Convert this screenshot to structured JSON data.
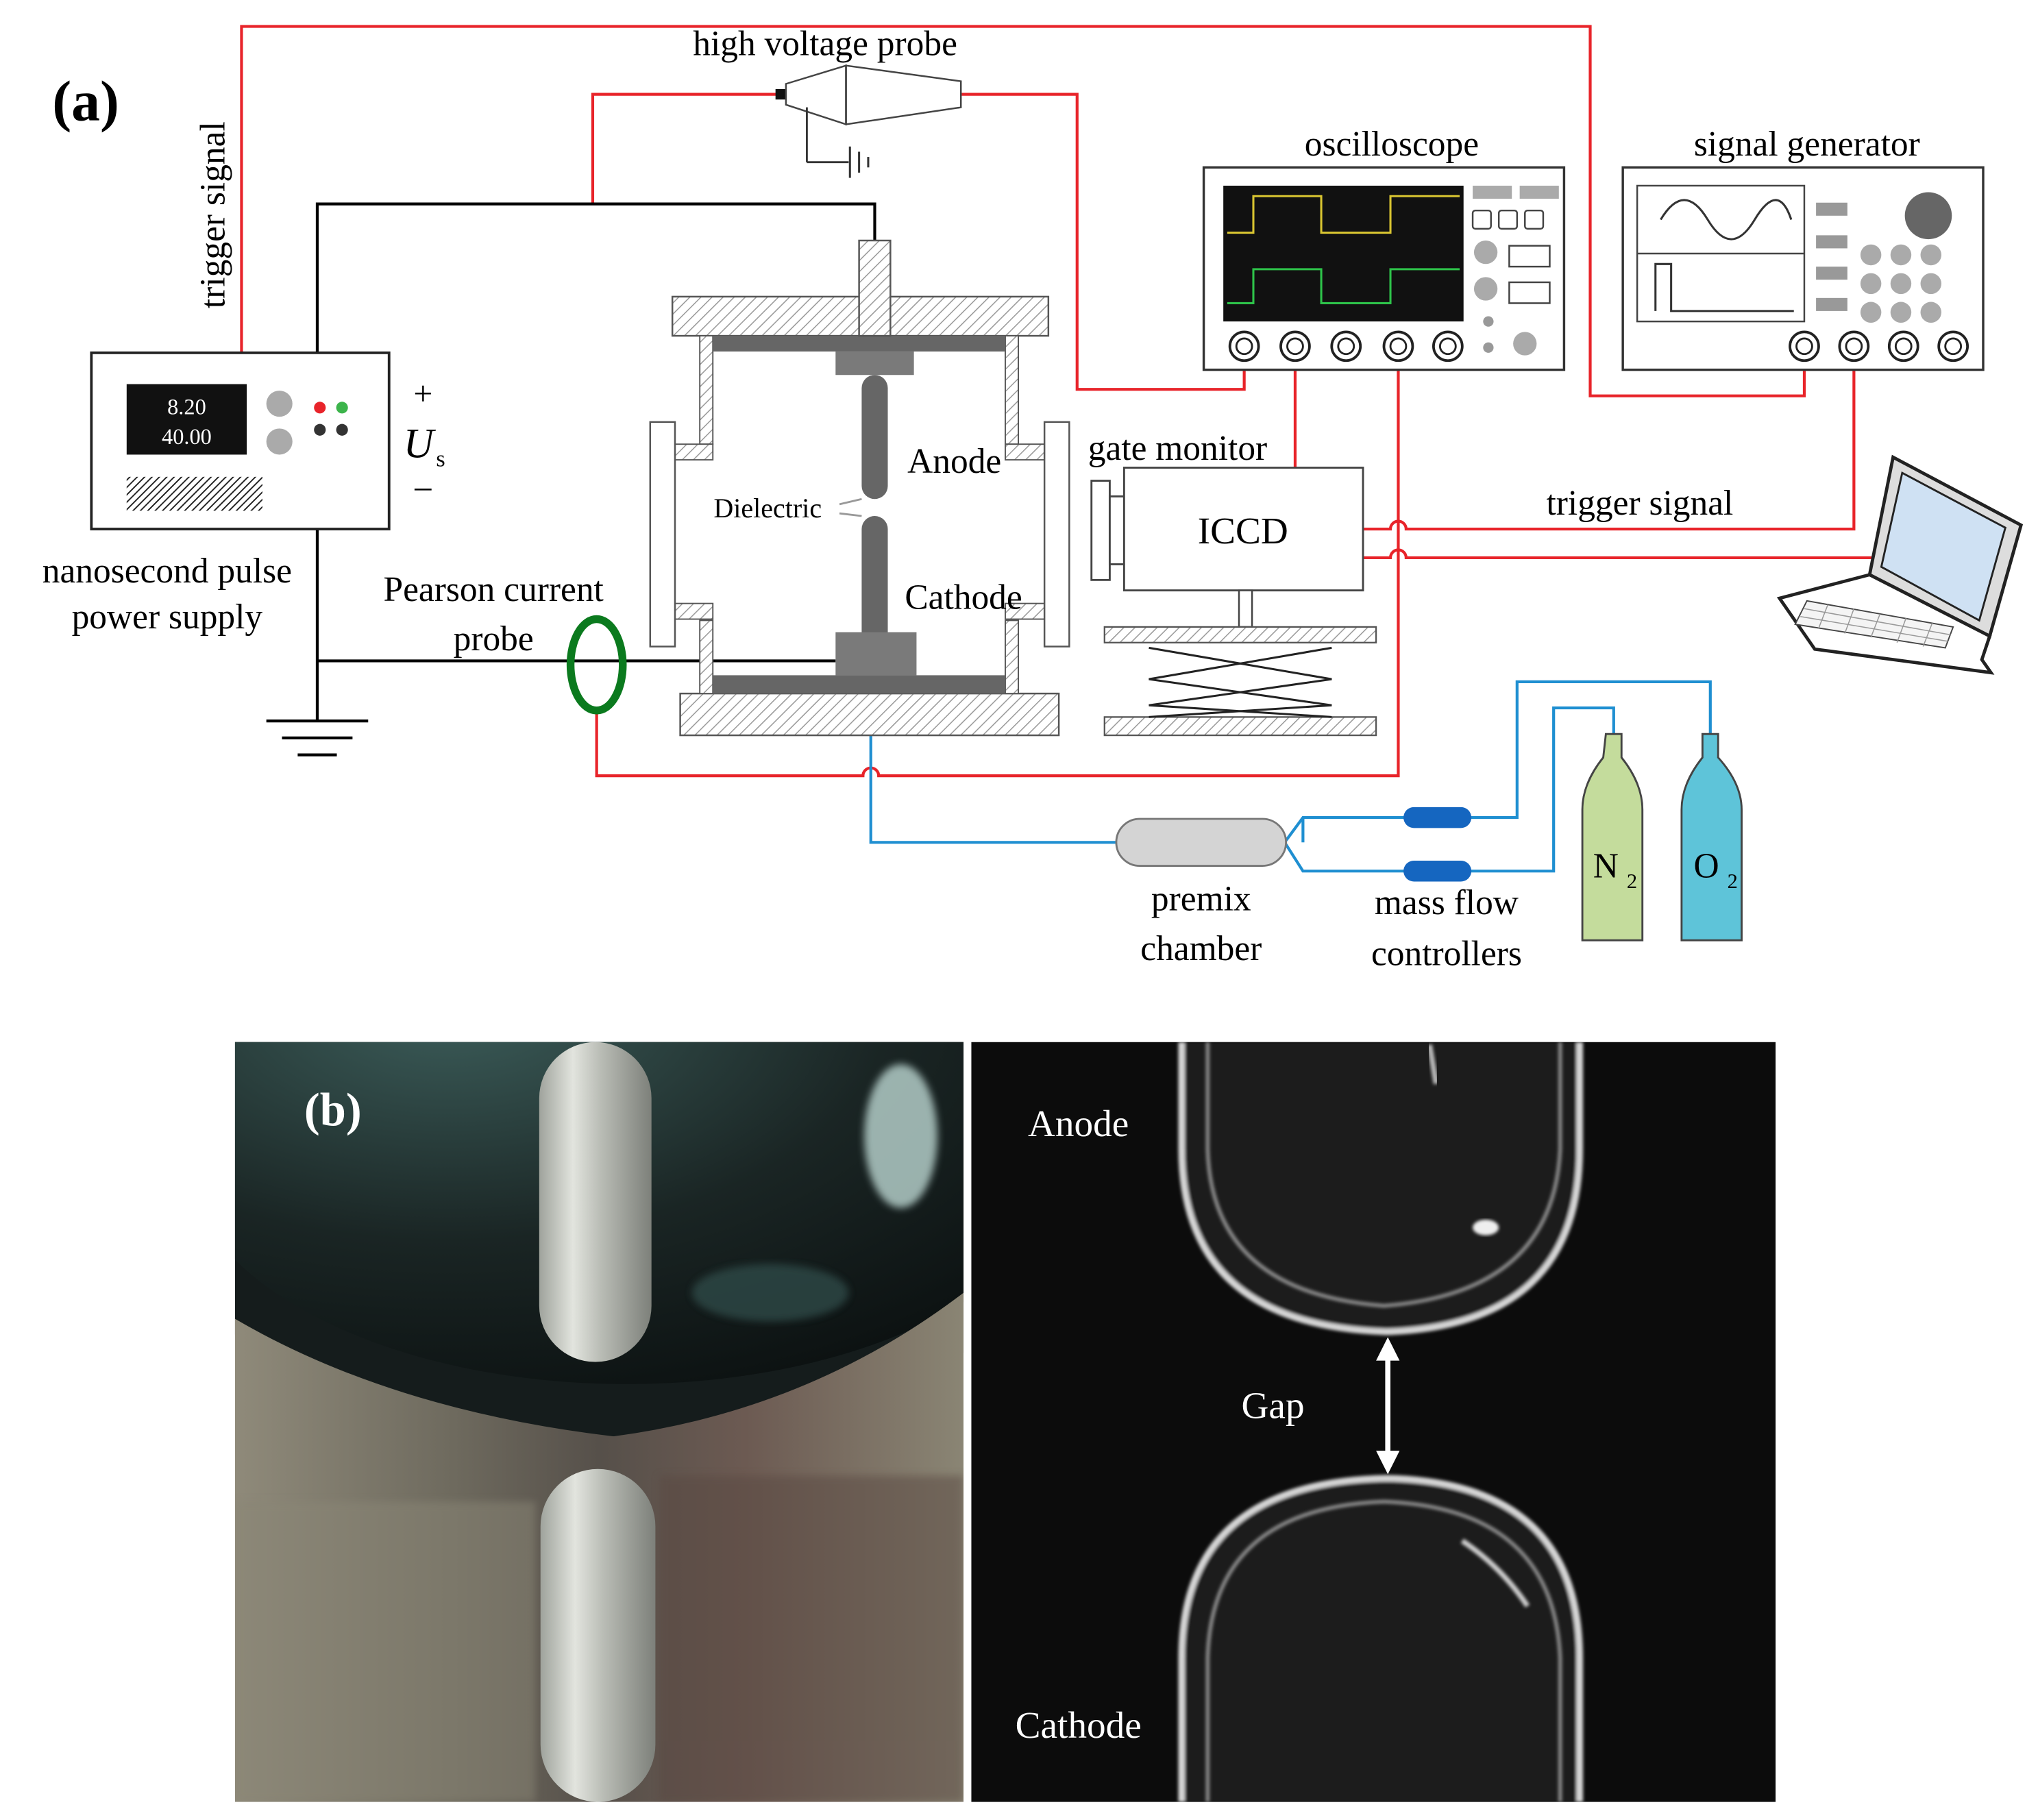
{
  "panel_a": {
    "label": "(a)",
    "labels": {
      "trigger_signal_vertical": "trigger signal",
      "high_voltage_probe": "high voltage probe",
      "oscilloscope": "oscilloscope",
      "signal_generator": "signal generator",
      "plus": "+",
      "us_main": "U",
      "us_sub": "s",
      "minus": "−",
      "nanosecond_line1": "nanosecond pulse",
      "nanosecond_line2": "power supply",
      "pearson_line1": "Pearson current",
      "pearson_line2": "probe",
      "anode": "Anode",
      "cathode": "Cathode",
      "dielectric": "Dielectric",
      "gate_monitor": "gate monitor",
      "iccd": "ICCD",
      "trigger_signal_horizontal": "trigger signal",
      "premix_line1": "premix",
      "premix_line2": "chamber",
      "mfc_line1": "mass flow",
      "mfc_line2": "controllers",
      "n2_main": "N",
      "n2_sub": "2",
      "o2_main": "O",
      "o2_sub": "2"
    },
    "display": {
      "line1": "8.20",
      "line2": "40.00"
    },
    "colors": {
      "signal_wire": "#e8242a",
      "power_wire": "#000000",
      "gas_line": "#1f8fd1",
      "pearson_ring": "#0b7a1e",
      "n2_bottle": "#c4dc9c",
      "o2_bottle": "#5ec4d9",
      "mfc": "#1566c0"
    }
  },
  "panel_b": {
    "label": "(b)",
    "labels": {
      "anode": "Anode",
      "gap": "Gap",
      "cathode": "Cathode"
    }
  }
}
